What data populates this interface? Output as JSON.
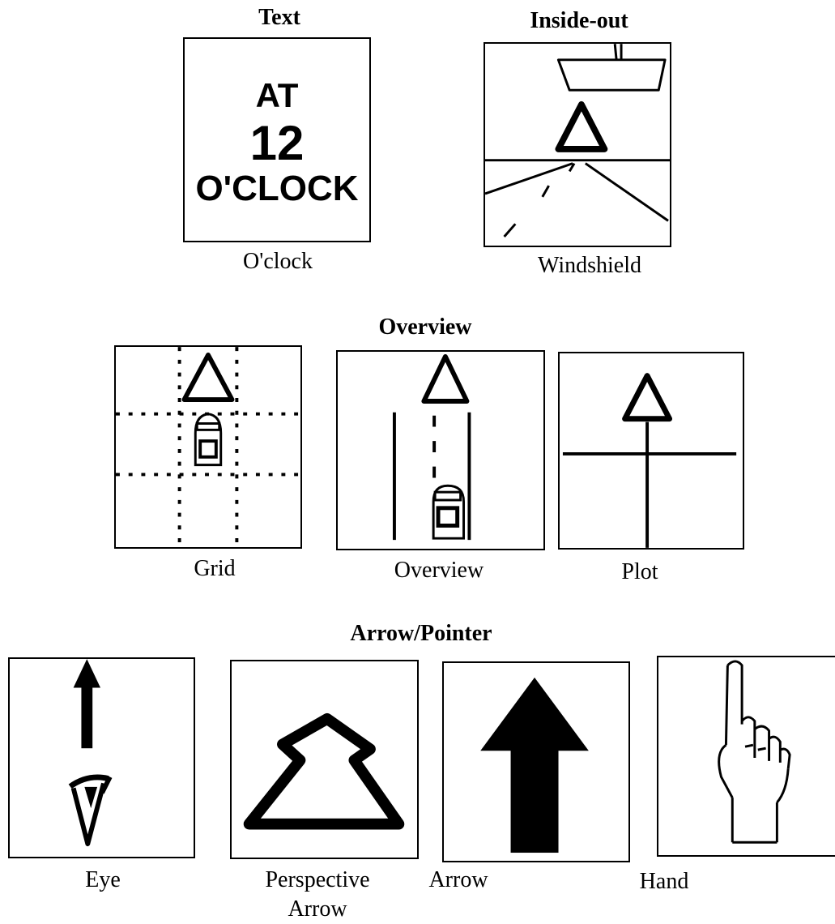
{
  "sections": {
    "text": {
      "title": "Text"
    },
    "inside_out": {
      "title": "Inside-out"
    },
    "overview": {
      "title": "Overview"
    },
    "arrow_pointer": {
      "title": "Arrow/Pointer"
    }
  },
  "panels": {
    "oclock": {
      "caption": "O'clock",
      "line1": "AT",
      "line2": "12",
      "line3": "O'CLOCK"
    },
    "windshield": {
      "caption": "Windshield"
    },
    "grid": {
      "caption": "Grid"
    },
    "overview": {
      "caption": "Overview"
    },
    "plot": {
      "caption": "Plot"
    },
    "eye": {
      "caption": "Eye"
    },
    "perspective_arrow": {
      "caption_line1": "Perspective",
      "caption_line2": "Arrow"
    },
    "arrow": {
      "caption": "Arrow"
    },
    "hand": {
      "caption": "Hand"
    }
  }
}
